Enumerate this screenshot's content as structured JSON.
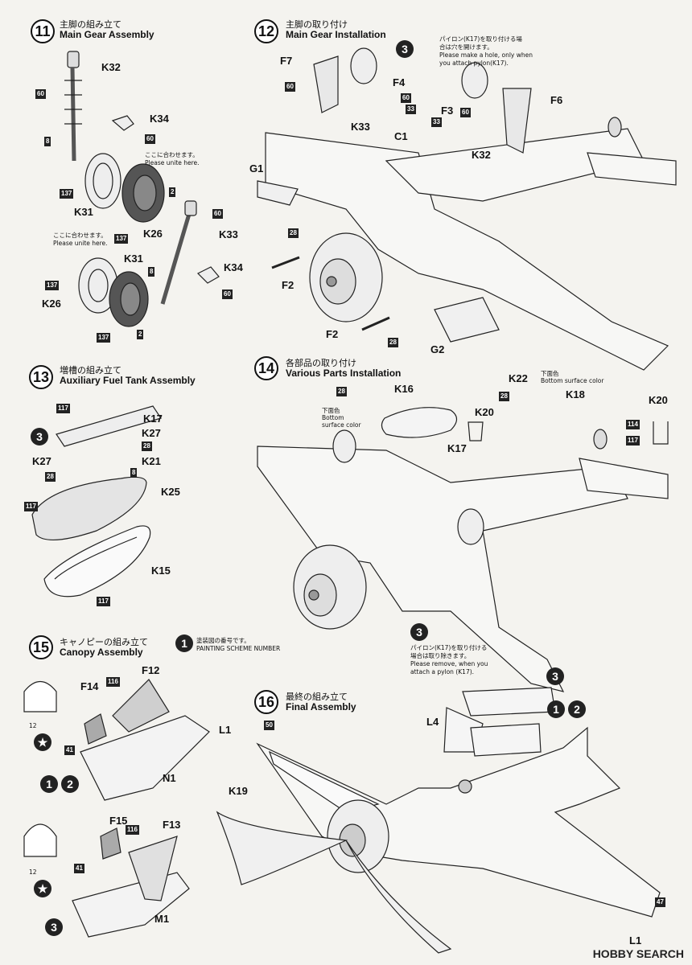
{
  "steps": [
    {
      "num": "11",
      "jp": "主脚の組み立て",
      "en": "Main Gear Assembly"
    },
    {
      "num": "12",
      "jp": "主脚の取り付け",
      "en": "Main Gear Installation"
    },
    {
      "num": "13",
      "jp": "増槽の組み立て",
      "en": "Auxiliary Fuel Tank Assembly"
    },
    {
      "num": "14",
      "jp": "各部品の取り付け",
      "en": "Various Parts Installation"
    },
    {
      "num": "15",
      "jp": "キャノピーの組み立て",
      "en": "Canopy Assembly"
    },
    {
      "num": "16",
      "jp": "最終の組み立て",
      "en": "Final Assembly"
    }
  ],
  "parts": {
    "k32": "K32",
    "k34": "K34",
    "k31a": "K31",
    "k26a": "K26",
    "k33a": "K33",
    "k31b": "K31",
    "k34b": "K34",
    "k26b": "K26",
    "f7": "F7",
    "f4": "F4",
    "c1": "C1",
    "f3": "F3",
    "f6": "F6",
    "k33b": "K33",
    "k32b": "K32",
    "g1": "G1",
    "f2a": "F2",
    "f2b": "F2",
    "g2": "G2",
    "k17a": "K17",
    "k27a": "K27",
    "k27b": "K27",
    "k21": "K21",
    "k25": "K25",
    "k15": "K15",
    "k16": "K16",
    "k22": "K22",
    "k18": "K18",
    "k20a": "K20",
    "k20b": "K20",
    "k17b": "K17",
    "f12": "F12",
    "f14": "F14",
    "n1": "N1",
    "f15": "F15",
    "f13": "F13",
    "m1": "M1",
    "l1a": "L1",
    "k19": "K19",
    "l4": "L4",
    "l1b": "L1"
  },
  "colors": {
    "c60": "60",
    "c8": "8",
    "c137": "137",
    "c2": "2",
    "c117": "117",
    "c28": "28",
    "c33": "33",
    "c114": "114",
    "c116": "116",
    "c41": "41",
    "c12": "12",
    "c50": "50",
    "c47": "47"
  },
  "notes": {
    "unite_jp": "ここに合わせます。",
    "unite_en": "Please unite here.",
    "pylon_hole_jp1": "パイロン(K17)を取り付ける場",
    "pylon_hole_jp2": "合は穴を開けます。",
    "pylon_hole_en1": "Please make a hole, only when",
    "pylon_hole_en2": "you attach pylon(K17).",
    "bottom_jp": "下面色",
    "bottom_en1": "Bottom",
    "bottom_en2": "surface color",
    "bottom_en_line": "Bottom surface color",
    "remove_jp1": "パイロン(K17)を取り付ける",
    "remove_jp2": "場合は取り除きます。",
    "remove_en1": "Please remove, when you",
    "remove_en2": "attach a pylon (K17).",
    "scheme_jp": "塗装図の番号です。",
    "scheme_en": "PAINTING SCHEME NUMBER"
  },
  "markers": {
    "m3": "3",
    "m1": "1",
    "m2": "2"
  },
  "watermark": "HOBBY SEARCH"
}
